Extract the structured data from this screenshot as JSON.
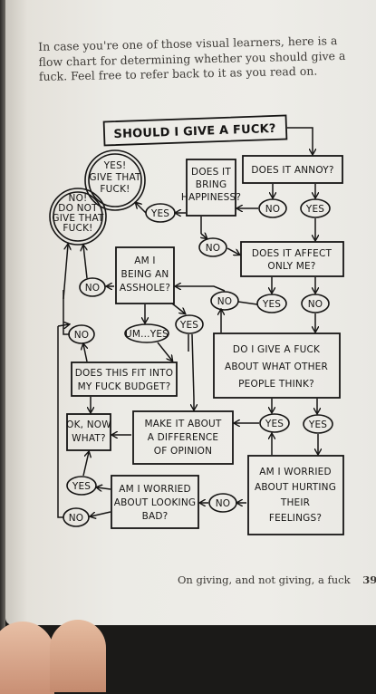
{
  "intro": "In case you're one of those visual learners, here is a flow chart for determining whether you should give a fuck. Feel free to refer back to it as you read on.",
  "nodes": {
    "title": [
      "SHOULD I GIVE A FUCK?"
    ],
    "annoy": [
      "DOES IT ANNOY?"
    ],
    "happiness": [
      "DOES IT",
      "BRING",
      "HAPPINESS?"
    ],
    "yes_give": [
      "YES!",
      "GIVE THAT",
      "FUCK!"
    ],
    "no_give": [
      "NO!",
      "DO NOT",
      "GIVE THAT",
      "FUCK!"
    ],
    "affect": [
      "DOES IT AFFECT",
      "ONLY ME?"
    ],
    "asshole": [
      "AM I",
      "BEING AN",
      "ASSHOLE?"
    ],
    "what_others": [
      "DO I GIVE A FUCK",
      "ABOUT WHAT OTHER",
      "PEOPLE THINK?"
    ],
    "budget": [
      "DOES THIS FIT INTO",
      "MY FUCK BUDGET?"
    ],
    "ok_now": [
      "OK, NOW",
      "WHAT?"
    ],
    "difference": [
      "MAKE IT ABOUT",
      "A DIFFERENCE",
      "OF OPINION"
    ],
    "hurting": [
      "AM I WORRIED",
      "ABOUT HURTING",
      "THEIR",
      "FEELINGS?"
    ],
    "looking_bad": [
      "AM I WORRIED",
      "ABOUT LOOKING",
      "BAD?"
    ]
  },
  "answers": {
    "annoy_no": "NO",
    "annoy_yes": "YES",
    "happiness_yes": "YES",
    "happiness_no": "NO",
    "affect_yes": "YES",
    "affect_no": "NO",
    "asshole_no": "NO",
    "asshole_no_from_others": "NO",
    "asshole_umyes": "UM...YES",
    "asshole_yes": "YES",
    "budget_no": "NO",
    "others_yes_left": "YES",
    "others_yes_right": "YES",
    "looking_yes": "YES",
    "looking_no_out": "NO",
    "hurting_no": "NO"
  },
  "footer": {
    "section": "On giving, and not giving, a fuck",
    "page_number": "39"
  }
}
